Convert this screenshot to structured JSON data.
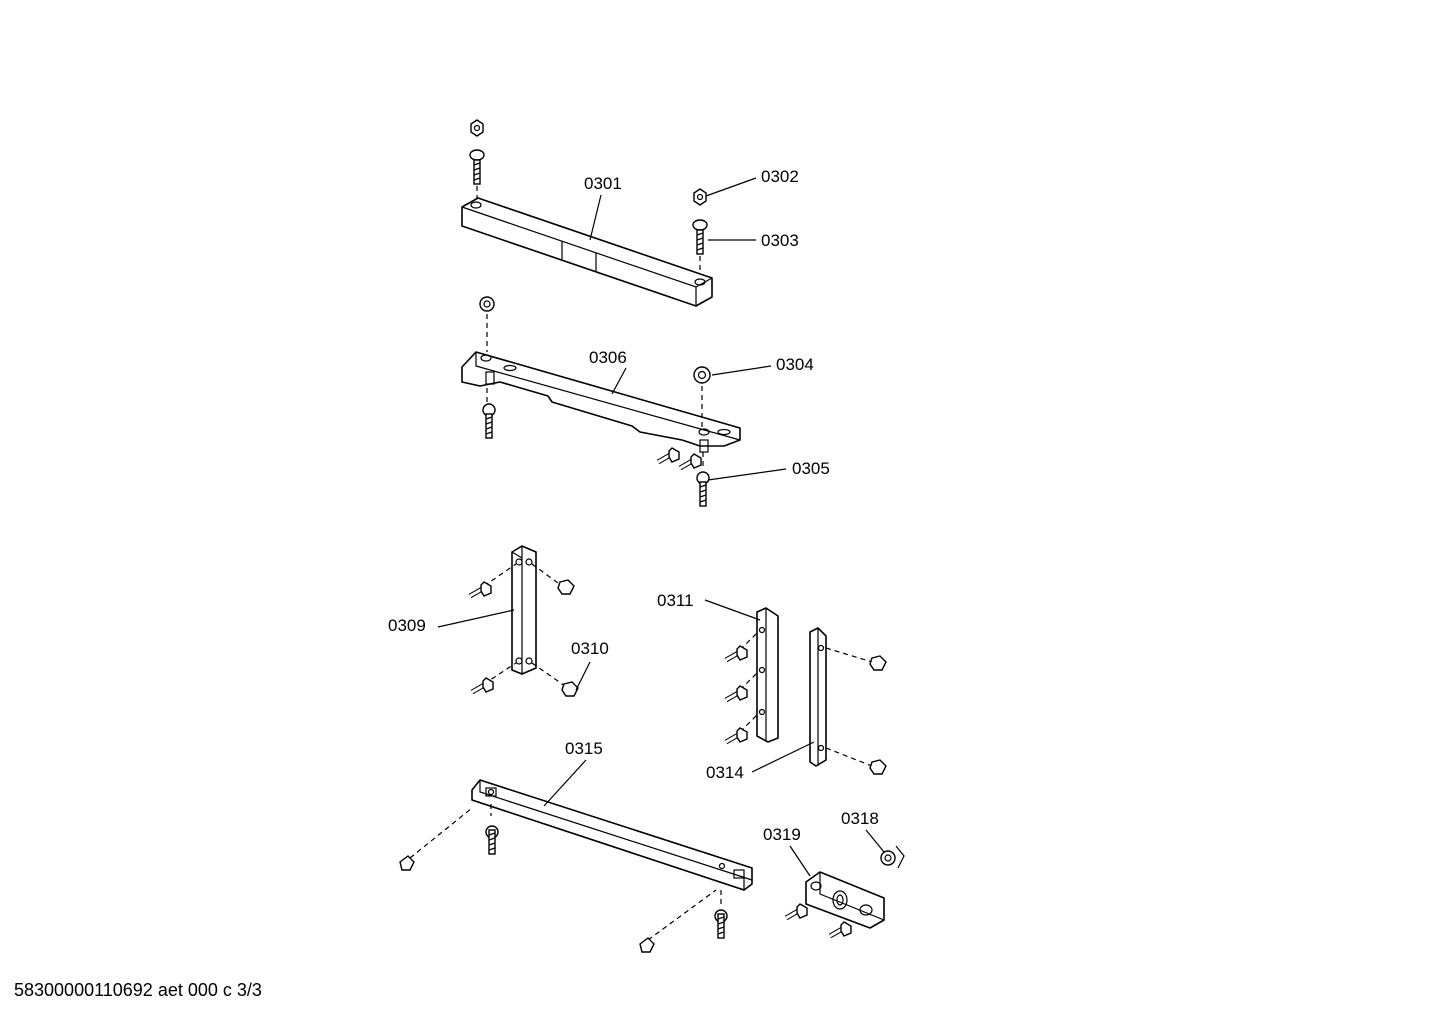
{
  "diagram": {
    "labels": {
      "l0301": "0301",
      "l0302": "0302",
      "l0303": "0303",
      "l0304": "0304",
      "l0305": "0305",
      "l0306": "0306",
      "l0309": "0309",
      "l0310": "0310",
      "l0311": "0311",
      "l0314": "0314",
      "l0315": "0315",
      "l0318": "0318",
      "l0319": "0319"
    }
  },
  "footer": {
    "text": "58300000110692 aet 000 c 3/3"
  }
}
